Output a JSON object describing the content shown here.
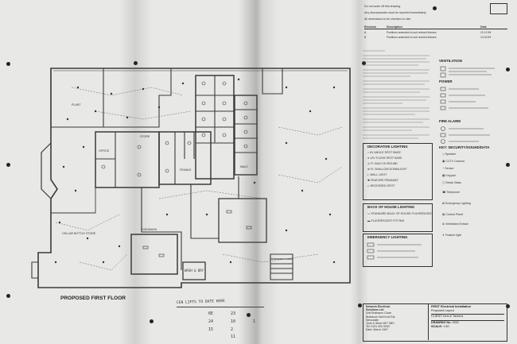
{
  "sheet": {
    "header_line1": "Do not scale off this drawing.",
    "header_line2": "Any discrepancies must be reported immediately.",
    "header_line3": "All dimensions to be checked on site.",
    "rev_cols": [
      "Revision",
      "Description",
      "Date"
    ],
    "rev_rows": [
      [
        "A",
        "Positions amended to suit revised fixtures",
        "22.12.98"
      ],
      [
        "B",
        "Positions amended to suit revised fixtures",
        "13.02.99"
      ]
    ]
  },
  "plan": {
    "rooms": {
      "cellar_store": "CELLAR BOTTLE STORE",
      "office": "OFFICE",
      "female": "FEMALE",
      "male": "MALE",
      "dishwash": "DISHWASH",
      "plant": "PLANT",
      "store": "STORE"
    },
    "floor_title": "PROPOSED FIRST FLOOR",
    "handwritten_note": "WASH & DRY"
  },
  "legend": {
    "decorative_lighting": "DECORATIVE LIGHTING",
    "back_of_house": "BACK OF HOUSE LIGHTING",
    "emergency": "EMERGENCY LIGHTING",
    "ventilation": "VENTILATION",
    "power": "POWER",
    "fire_alarm": "FIRE ALARM",
    "security": "KEY: SECURITY/SOUND/DATA",
    "deco_items": [
      "6V ANGLE SPOT BASE",
      "12V FLUSH SPOT BASE",
      "FL BUILT-IN ROUND",
      "FL SHALLOW DOWNLIGHT",
      "WALL LIGHT",
      "FEATURE PENDANT",
      "RECESSED SPOT"
    ],
    "boh_items": [
      "STANDARD BACK OF HOUSE FLUORESCENT",
      "FLUORESCENT FITTING"
    ],
    "security_items": [
      "Speaker",
      "CCTV Camera",
      "Sensor",
      "Keypad",
      "Break Glass",
      "Telephone",
      "Emergency Lighting",
      "Control Panel",
      "Ventilation Extract",
      "Feature light"
    ]
  },
  "title_block": {
    "company_lines": [
      "Network Electrical",
      "Solutions Ltd",
      "Unit Brabazon Close",
      "Brabazon North Ind Est.",
      "Newcastle",
      "Tyne & Wear NE7 0BS"
    ],
    "tel": "Tel: 0191 000 0000",
    "date": "Date: March 1997",
    "project_title": "FIRST Electrical Installation",
    "project_sub": "Proposed Layout",
    "client": "CLIENT: Inns & Taverns",
    "drawing_no_label": "DRAWING No.",
    "drawing_no": "0001",
    "scale_label": "SCALE:",
    "scale_value": "1:50"
  },
  "handwritten_table": {
    "heading": "CEN LIFTS TO DATE HERE",
    "rows": [
      [
        "6E",
        "23"
      ],
      [
        "24",
        "10",
        "1"
      ],
      [
        "15",
        "2"
      ],
      [
        "11"
      ]
    ]
  }
}
